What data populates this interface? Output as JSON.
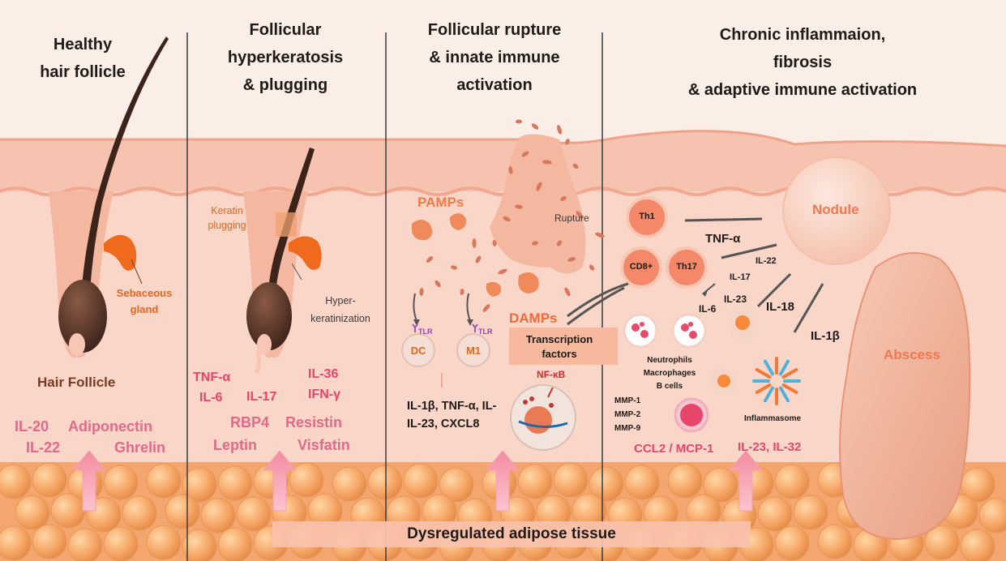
{
  "panels": [
    {
      "title_lines": [
        "Healthy",
        "hair follicle"
      ]
    },
    {
      "title_lines": [
        "Follicular",
        "hyperkeratosis",
        "& plugging"
      ]
    },
    {
      "title_lines": [
        "Follicular rupture",
        "& innate immune",
        "activation"
      ]
    },
    {
      "title_lines": [
        "Chronic inflammaion,",
        "fibrosis",
        "& adaptive immune activation"
      ]
    }
  ],
  "panel1": {
    "sebaceous": [
      "Sebaceous",
      "gland"
    ],
    "hair_follicle": "Hair Follicle",
    "adipokines": [
      "IL-20",
      "Adiponectin",
      "IL-22",
      "Ghrelin"
    ]
  },
  "panel2": {
    "keratin": [
      "Keratin",
      "plugging"
    ],
    "hyper": [
      "Hyper-",
      "keratinization"
    ],
    "cytokines": [
      "TNF-α",
      "IL-6",
      "IL-17",
      "IL-36",
      "IFN-γ"
    ],
    "adipokines": [
      "RBP4",
      "Resistin",
      "Leptin",
      "Visfatin"
    ]
  },
  "panel3": {
    "pamps": "PAMPs",
    "rupture": "Rupture",
    "damps": "DAMPs",
    "tlr": [
      "TLR",
      "TLR"
    ],
    "dc": "DC",
    "m1": "M1",
    "transcription": [
      "Transcription",
      "factors"
    ],
    "nfkb": "NF-κB",
    "cytokines": [
      "IL-1β, TNF-α, IL-",
      "IL-23, CXCL8"
    ]
  },
  "panel4": {
    "th1": "Th1",
    "cd8": "CD8+",
    "th17": "Th17",
    "nodule": "Nodule",
    "abscess": "Abscess",
    "tnf": "TNF-α",
    "il22": "IL-22",
    "il17": "IL-17",
    "il23": "IL-23",
    "il6": "IL-6",
    "il18": "IL-18",
    "il1b": "IL-1β",
    "cells": [
      "Neutrophils",
      "Macrophages",
      "B cells"
    ],
    "mmp": [
      "MMP-1",
      "MMP-2",
      "MMP-9"
    ],
    "inflammasome": "Inflammasome",
    "ccl2": "CCL2 / MCP-1",
    "il23_32": "IL-23, IL-32"
  },
  "footer": "Dysregulated adipose tissue",
  "colors": {
    "background": "#fbeee6",
    "skin_surface": "#f6c3b0",
    "dermis": "#fad6c8",
    "fat": "#f6a868",
    "pink_text": "#e06a88",
    "orange_text": "#e06820",
    "dark_text": "#1d1b1a",
    "hair": "#3d241b"
  }
}
